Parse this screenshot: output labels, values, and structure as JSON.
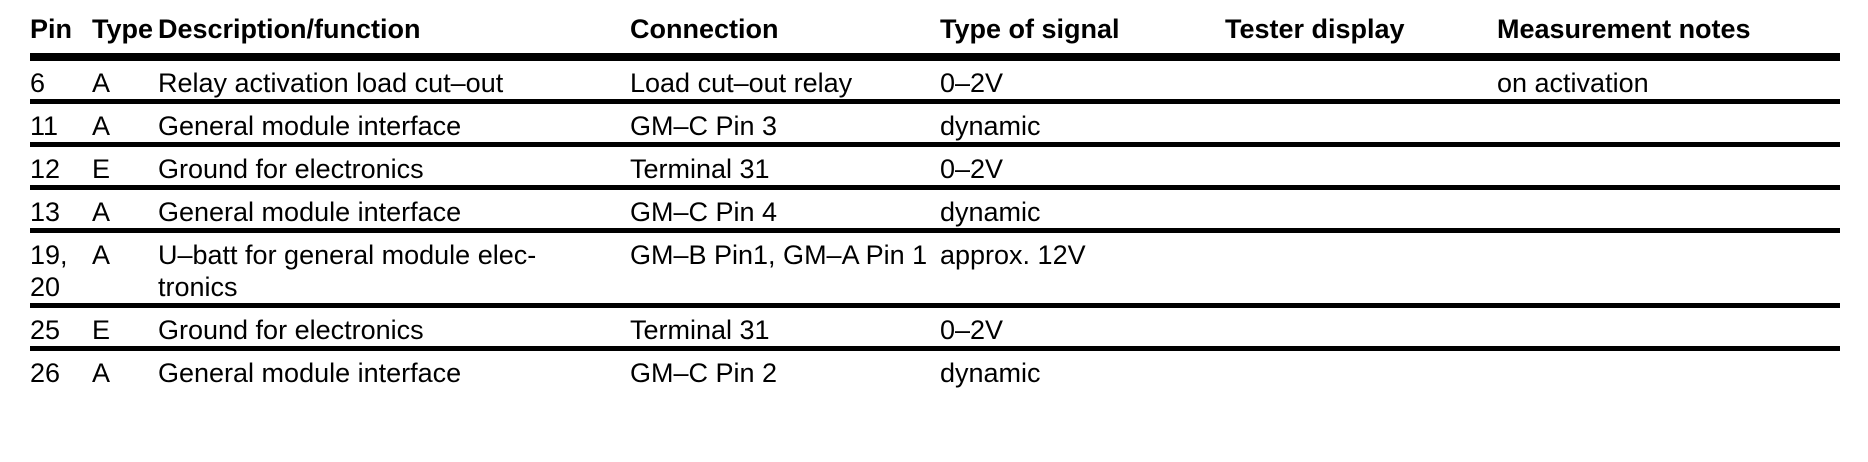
{
  "document": {
    "kind": "scanned pin assignment table",
    "colors": {
      "background": "#ffffff",
      "text": "#000000",
      "rule": "#000000"
    }
  },
  "table": {
    "columns": [
      {
        "key": "pin",
        "label": "Pin"
      },
      {
        "key": "type",
        "label": "Type"
      },
      {
        "key": "description",
        "label": "Description/function"
      },
      {
        "key": "connection",
        "label": "Connection"
      },
      {
        "key": "signal",
        "label": "Type of signal"
      },
      {
        "key": "tester",
        "label": "Tester display"
      },
      {
        "key": "notes",
        "label": "Measurement notes"
      }
    ],
    "rows": [
      {
        "pin": "6",
        "type": "A",
        "description": "Relay activation load cut–out",
        "connection": "Load cut–out relay",
        "signal": "0–2V",
        "tester": "",
        "notes": "on activation"
      },
      {
        "pin": "11",
        "type": "A",
        "description": "General module interface",
        "connection": "GM–C Pin 3",
        "signal": "dynamic",
        "tester": "",
        "notes": ""
      },
      {
        "pin": "12",
        "type": "E",
        "description": "Ground for electronics",
        "connection": "Terminal 31",
        "signal": "0–2V",
        "tester": "",
        "notes": ""
      },
      {
        "pin": "13",
        "type": "A",
        "description": "General module interface",
        "connection": "GM–C Pin 4",
        "signal": "dynamic",
        "tester": "",
        "notes": ""
      },
      {
        "pin": "19,\n20",
        "type": "A",
        "description": "U–batt for general module elec-\ntronics",
        "connection": "GM–B Pin1, GM–A Pin 1",
        "signal": "approx. 12V",
        "tester": "",
        "notes": ""
      },
      {
        "pin": "25",
        "type": "E",
        "description": "Ground for electronics",
        "connection": "Terminal 31",
        "signal": "0–2V",
        "tester": "",
        "notes": ""
      },
      {
        "pin": "26",
        "type": "A",
        "description": "General module interface",
        "connection": "GM–C Pin 2",
        "signal": "dynamic",
        "tester": "",
        "notes": ""
      }
    ]
  }
}
